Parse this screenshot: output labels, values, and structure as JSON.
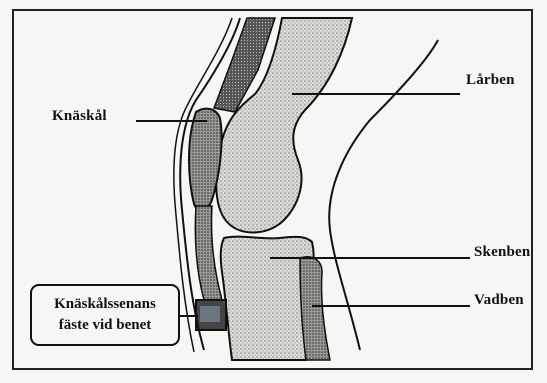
{
  "labels": {
    "patella": "Knäskål",
    "femur": "Lårben",
    "tibia": "Skenben",
    "fibula": "Vadben"
  },
  "note": {
    "line1": "Knäskålssenans",
    "line2": "fäste vid benet"
  }
}
